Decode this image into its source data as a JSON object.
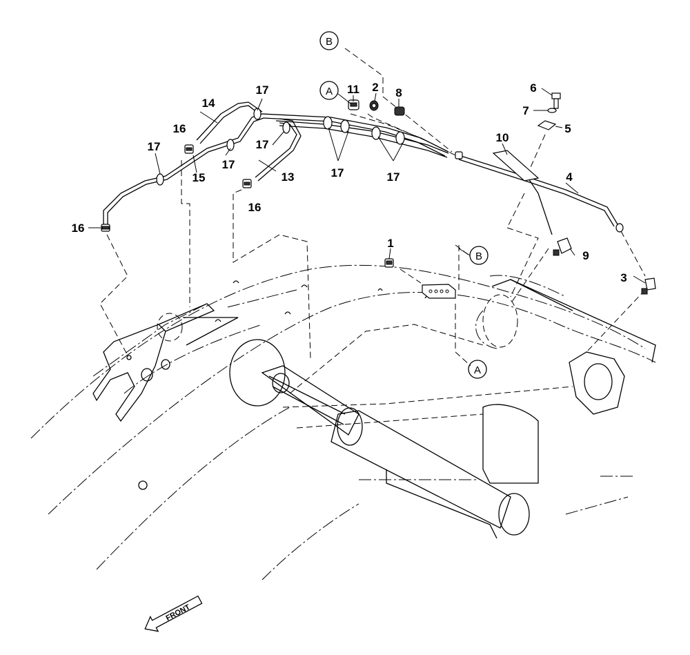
{
  "callouts": {
    "c1": "1",
    "c2": "2",
    "c3": "3",
    "c4": "4",
    "c5": "5",
    "c6": "6",
    "c7": "7",
    "c8": "8",
    "c9": "9",
    "c10": "10",
    "c11": "11",
    "c13": "13",
    "c14": "14",
    "c15": "15",
    "c16": "16",
    "c17": "17"
  },
  "refs": {
    "a": "A",
    "b": "B"
  },
  "front_label": "FRONT"
}
